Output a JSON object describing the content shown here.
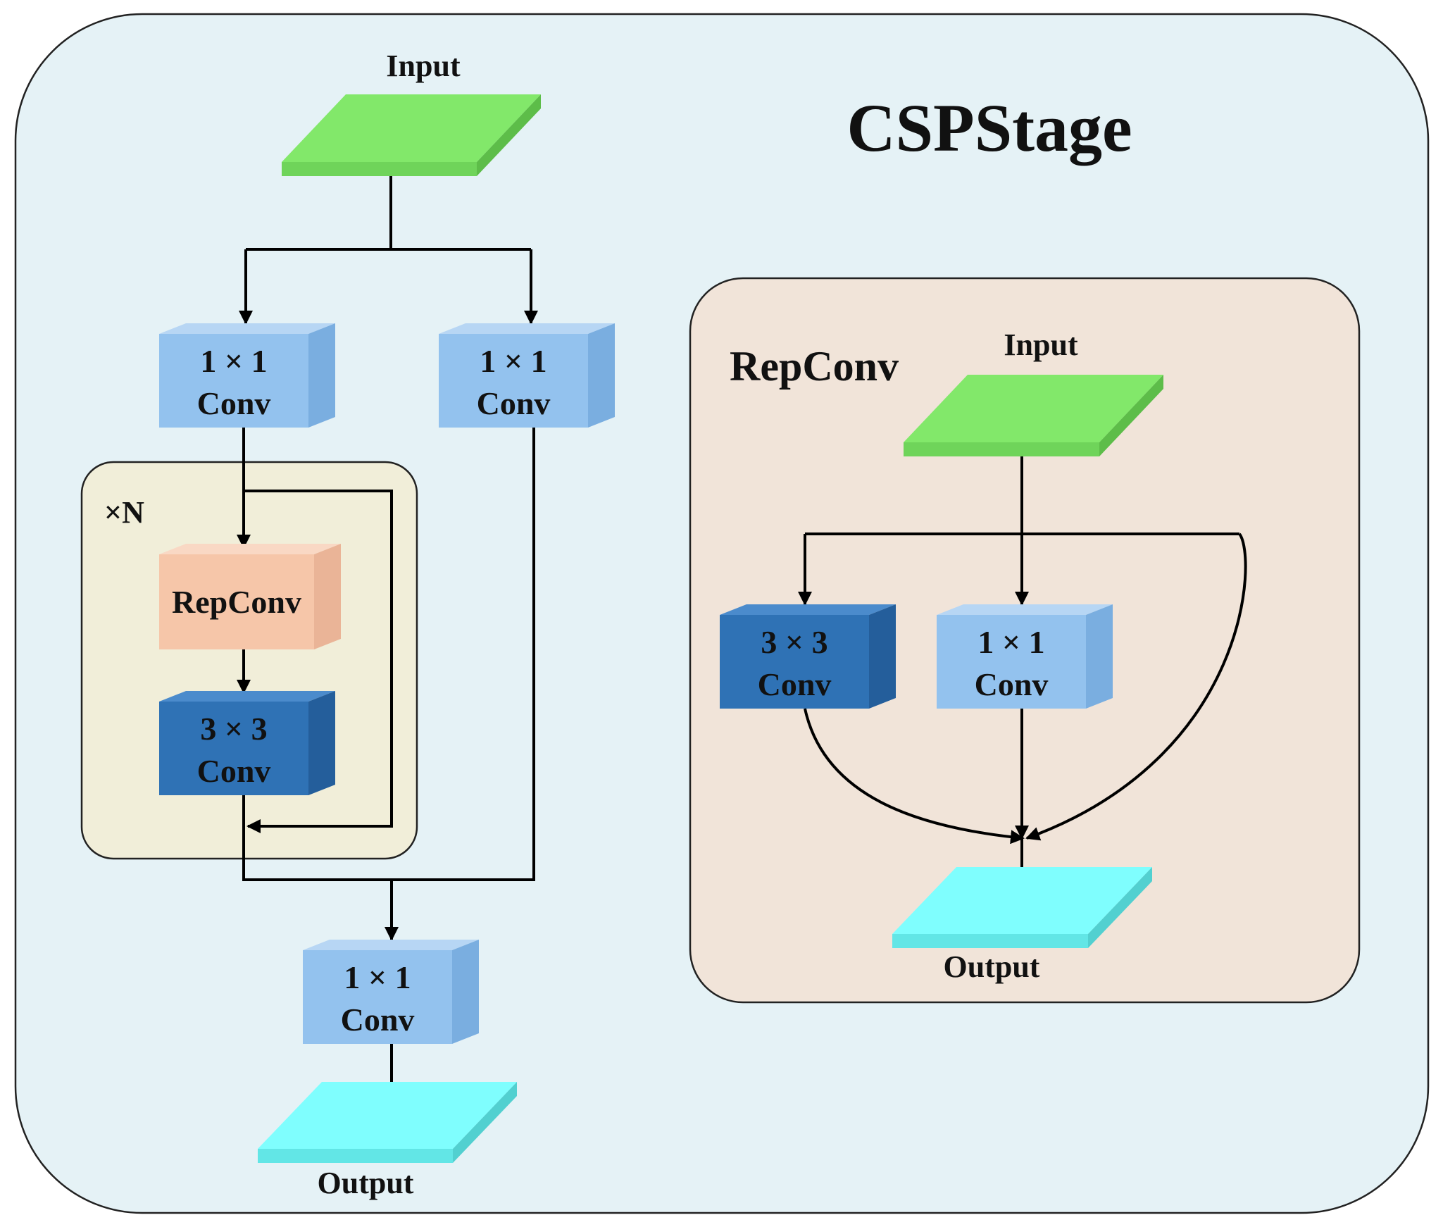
{
  "title": "CSPStage",
  "stage": {
    "input": "Input",
    "output": "Output",
    "repeat_label": "×N",
    "conv_left": {
      "line1": "1 × 1",
      "line2": "Conv"
    },
    "conv_right": {
      "line1": "1 × 1",
      "line2": "Conv"
    },
    "repconv_block": "RepConv",
    "conv3x3": {
      "line1": "3 × 3",
      "line2": "Conv"
    },
    "conv_out": {
      "line1": "1 × 1",
      "line2": "Conv"
    }
  },
  "repconv_detail": {
    "title": "RepConv",
    "input": "Input",
    "output": "Output",
    "conv3x3": {
      "line1": "3 × 3",
      "line2": "Conv"
    },
    "conv1x1": {
      "line1": "1 × 1",
      "line2": "Conv"
    }
  },
  "colors": {
    "outer_bg": "#e5f2f6",
    "repeat_bg": "#f1eed9",
    "repconv_bg": "#f1e4d9",
    "input_green": "#82e86a",
    "output_cyan": "#7ffefe",
    "conv_light": "#93c2ee",
    "conv_dark": "#2f72b5",
    "repconv_peach": "#f6c6a9"
  }
}
